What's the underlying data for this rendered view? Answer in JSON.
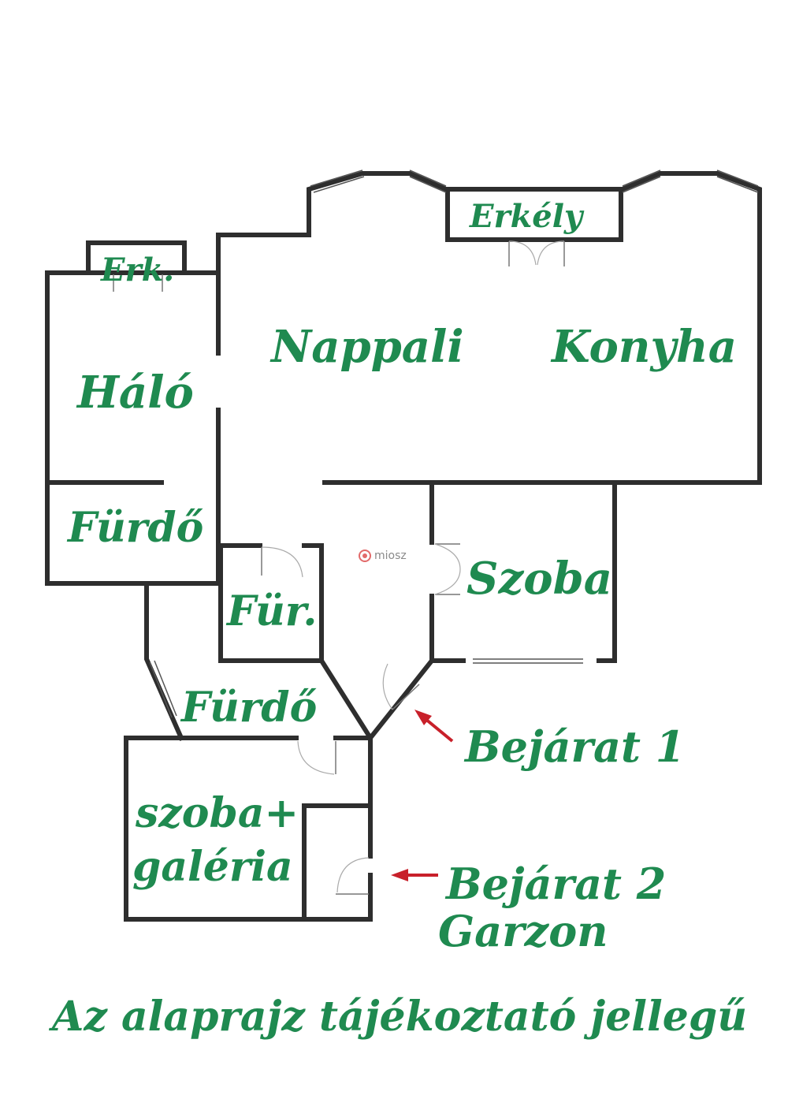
{
  "rooms": {
    "erkely": "Erkély",
    "erk": "Erk.",
    "nappali": "Nappali",
    "konyha": "Konyha",
    "halo": "Háló",
    "furdo1": "Fürdő",
    "szoba": "Szoba",
    "fur": "Für.",
    "furdo2": "Fürdő",
    "szoba_galeria_line1": "szoba+",
    "szoba_galeria_line2": "galéria"
  },
  "entrances": {
    "bejarat1": "Bejárat 1",
    "bejarat2": "Bejárat 2",
    "garzon": "Garzon"
  },
  "footer_note": "Az alaprajz tájékoztató jellegű",
  "watermark": "miosz",
  "colors": {
    "label": "#1f8a50",
    "wall": "#2e2e2e",
    "arrow": "#c8202a",
    "background": "#ffffff"
  }
}
